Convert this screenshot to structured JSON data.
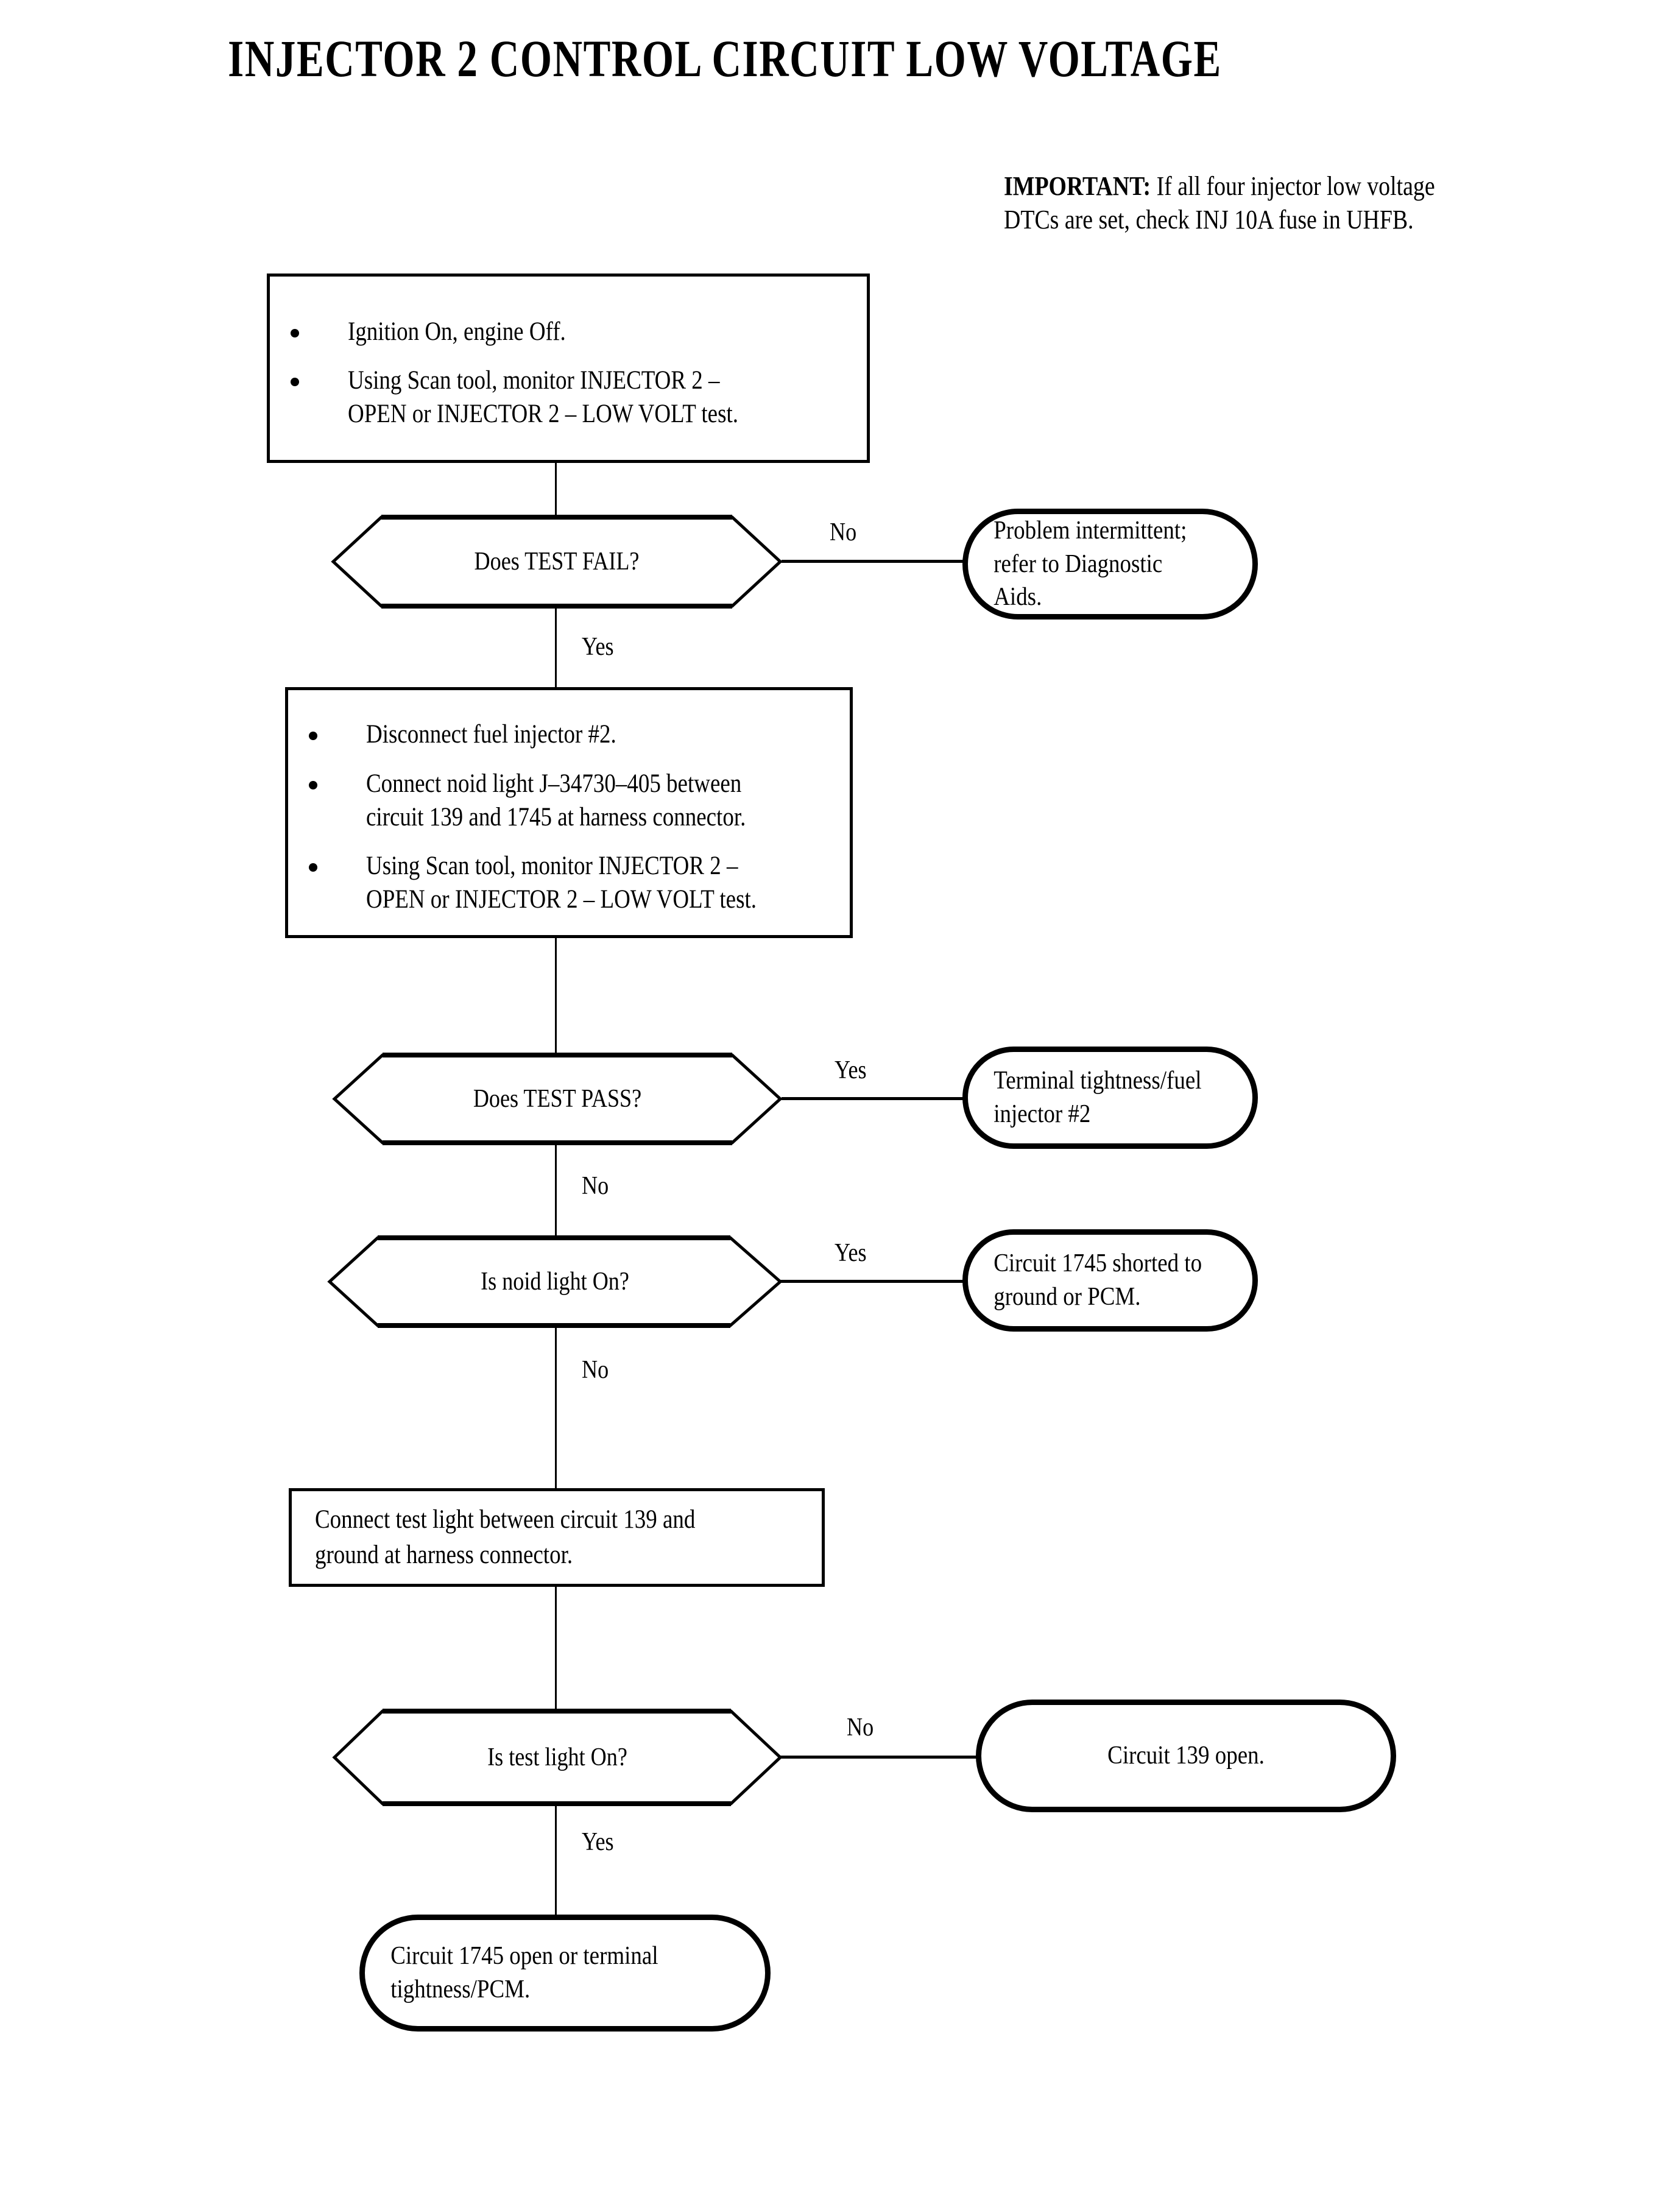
{
  "title": "INJECTOR 2 CONTROL CIRCUIT LOW VOLTAGE",
  "important": {
    "lead": "IMPORTANT:",
    "text": "If all four injector low voltage DTCs are set, check INJ 10A fuse in UHFB."
  },
  "steps": {
    "step1": {
      "name": "initial-test-box",
      "bullets": [
        "Ignition On, engine Off.",
        "Using Scan tool, monitor INJECTOR 2 – OPEN or INJECTOR 2 – LOW VOLT test."
      ]
    },
    "step2": {
      "name": "noid-light-setup-box",
      "bullets": [
        "Disconnect fuel injector #2.",
        "Connect noid light J–34730–405 between circuit 139 and 1745 at harness connector.",
        "Using Scan tool, monitor INJECTOR 2 – OPEN or INJECTOR 2 – LOW VOLT test."
      ]
    },
    "step3": {
      "name": "test-light-setup-box",
      "lines": [
        "Connect test light between circuit 139 and",
        "ground at harness connector."
      ]
    }
  },
  "decisions": {
    "d1": {
      "label": "Does TEST FAIL?",
      "yes": "Yes",
      "no": "No"
    },
    "d2": {
      "label": "Does TEST PASS?",
      "yes": "Yes",
      "no": "No"
    },
    "d3": {
      "label": "Is noid light On?",
      "yes": "Yes",
      "no": "No"
    },
    "d4": {
      "label": "Is test light On?",
      "yes": "Yes",
      "no": "No"
    }
  },
  "terminators": {
    "t1": {
      "line1": "Problem intermittent;",
      "line2": "refer to Diagnostic Aids."
    },
    "t2": {
      "line1": "Terminal tightness/fuel",
      "line2": "injector #2"
    },
    "t3": {
      "line1": "Circuit 1745 shorted to",
      "line2": "ground or PCM."
    },
    "t4": {
      "line1": "Circuit 139 open.",
      "line2": ""
    },
    "t5": {
      "line1": "Circuit 1745 open or terminal",
      "line2": "tightness/PCM."
    }
  },
  "colors": {
    "ink": "#000000",
    "paper": "#ffffff"
  }
}
